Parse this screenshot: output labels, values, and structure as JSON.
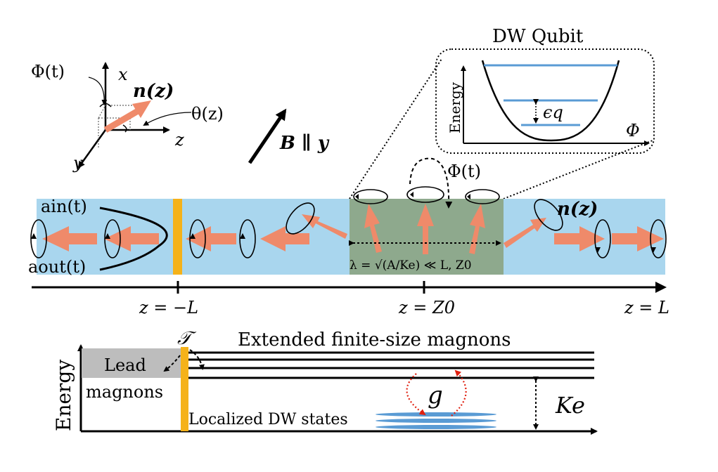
{
  "colors": {
    "wire_blue": "#a9d6ee",
    "dw_region": "#8ea98d",
    "spin_arrow": "#ef8a6a",
    "lead_contact": "#f5b21a",
    "lead_box": "#bdbdbd",
    "qubit_level": "#5a9bd4",
    "coupling": "#e02010"
  },
  "icons": {
    "axes": "coordinate-axes-icon",
    "field": "magnetic-field-arrow-icon",
    "precession": "precession-ellipse-icon",
    "coupling": "dotted-curved-arrow-icon"
  },
  "coords": {
    "x_axis": "x",
    "y_axis": "y",
    "z_axis": "z",
    "phi_t": "Φ(t)",
    "n_z": "n(z)",
    "theta_z": "θ(z)"
  },
  "field_label": "B ∥ y",
  "qubit_inset": {
    "title": "DW Qubit",
    "ylabel": "Energy",
    "xlabel": "Φ",
    "gap_label": "ϵq"
  },
  "wire": {
    "a_in": "ain(t)",
    "a_out": "aout(t)",
    "phi_t": "Φ(t)",
    "n_z": "n(z)",
    "lambda": "λ = √(A/Ke) ≪ L, Z0"
  },
  "axis_ticks": [
    "z = −L",
    "z = Z0",
    "z = L"
  ],
  "spectrum": {
    "ylabel": "Energy",
    "tau": "𝒯",
    "lead_label_1": "Lead",
    "lead_label_2": "magnons",
    "extended_label": "Extended finite-size magnons",
    "localized_label": "Localized DW states",
    "g_label": "g",
    "ke_label": "Ke"
  }
}
